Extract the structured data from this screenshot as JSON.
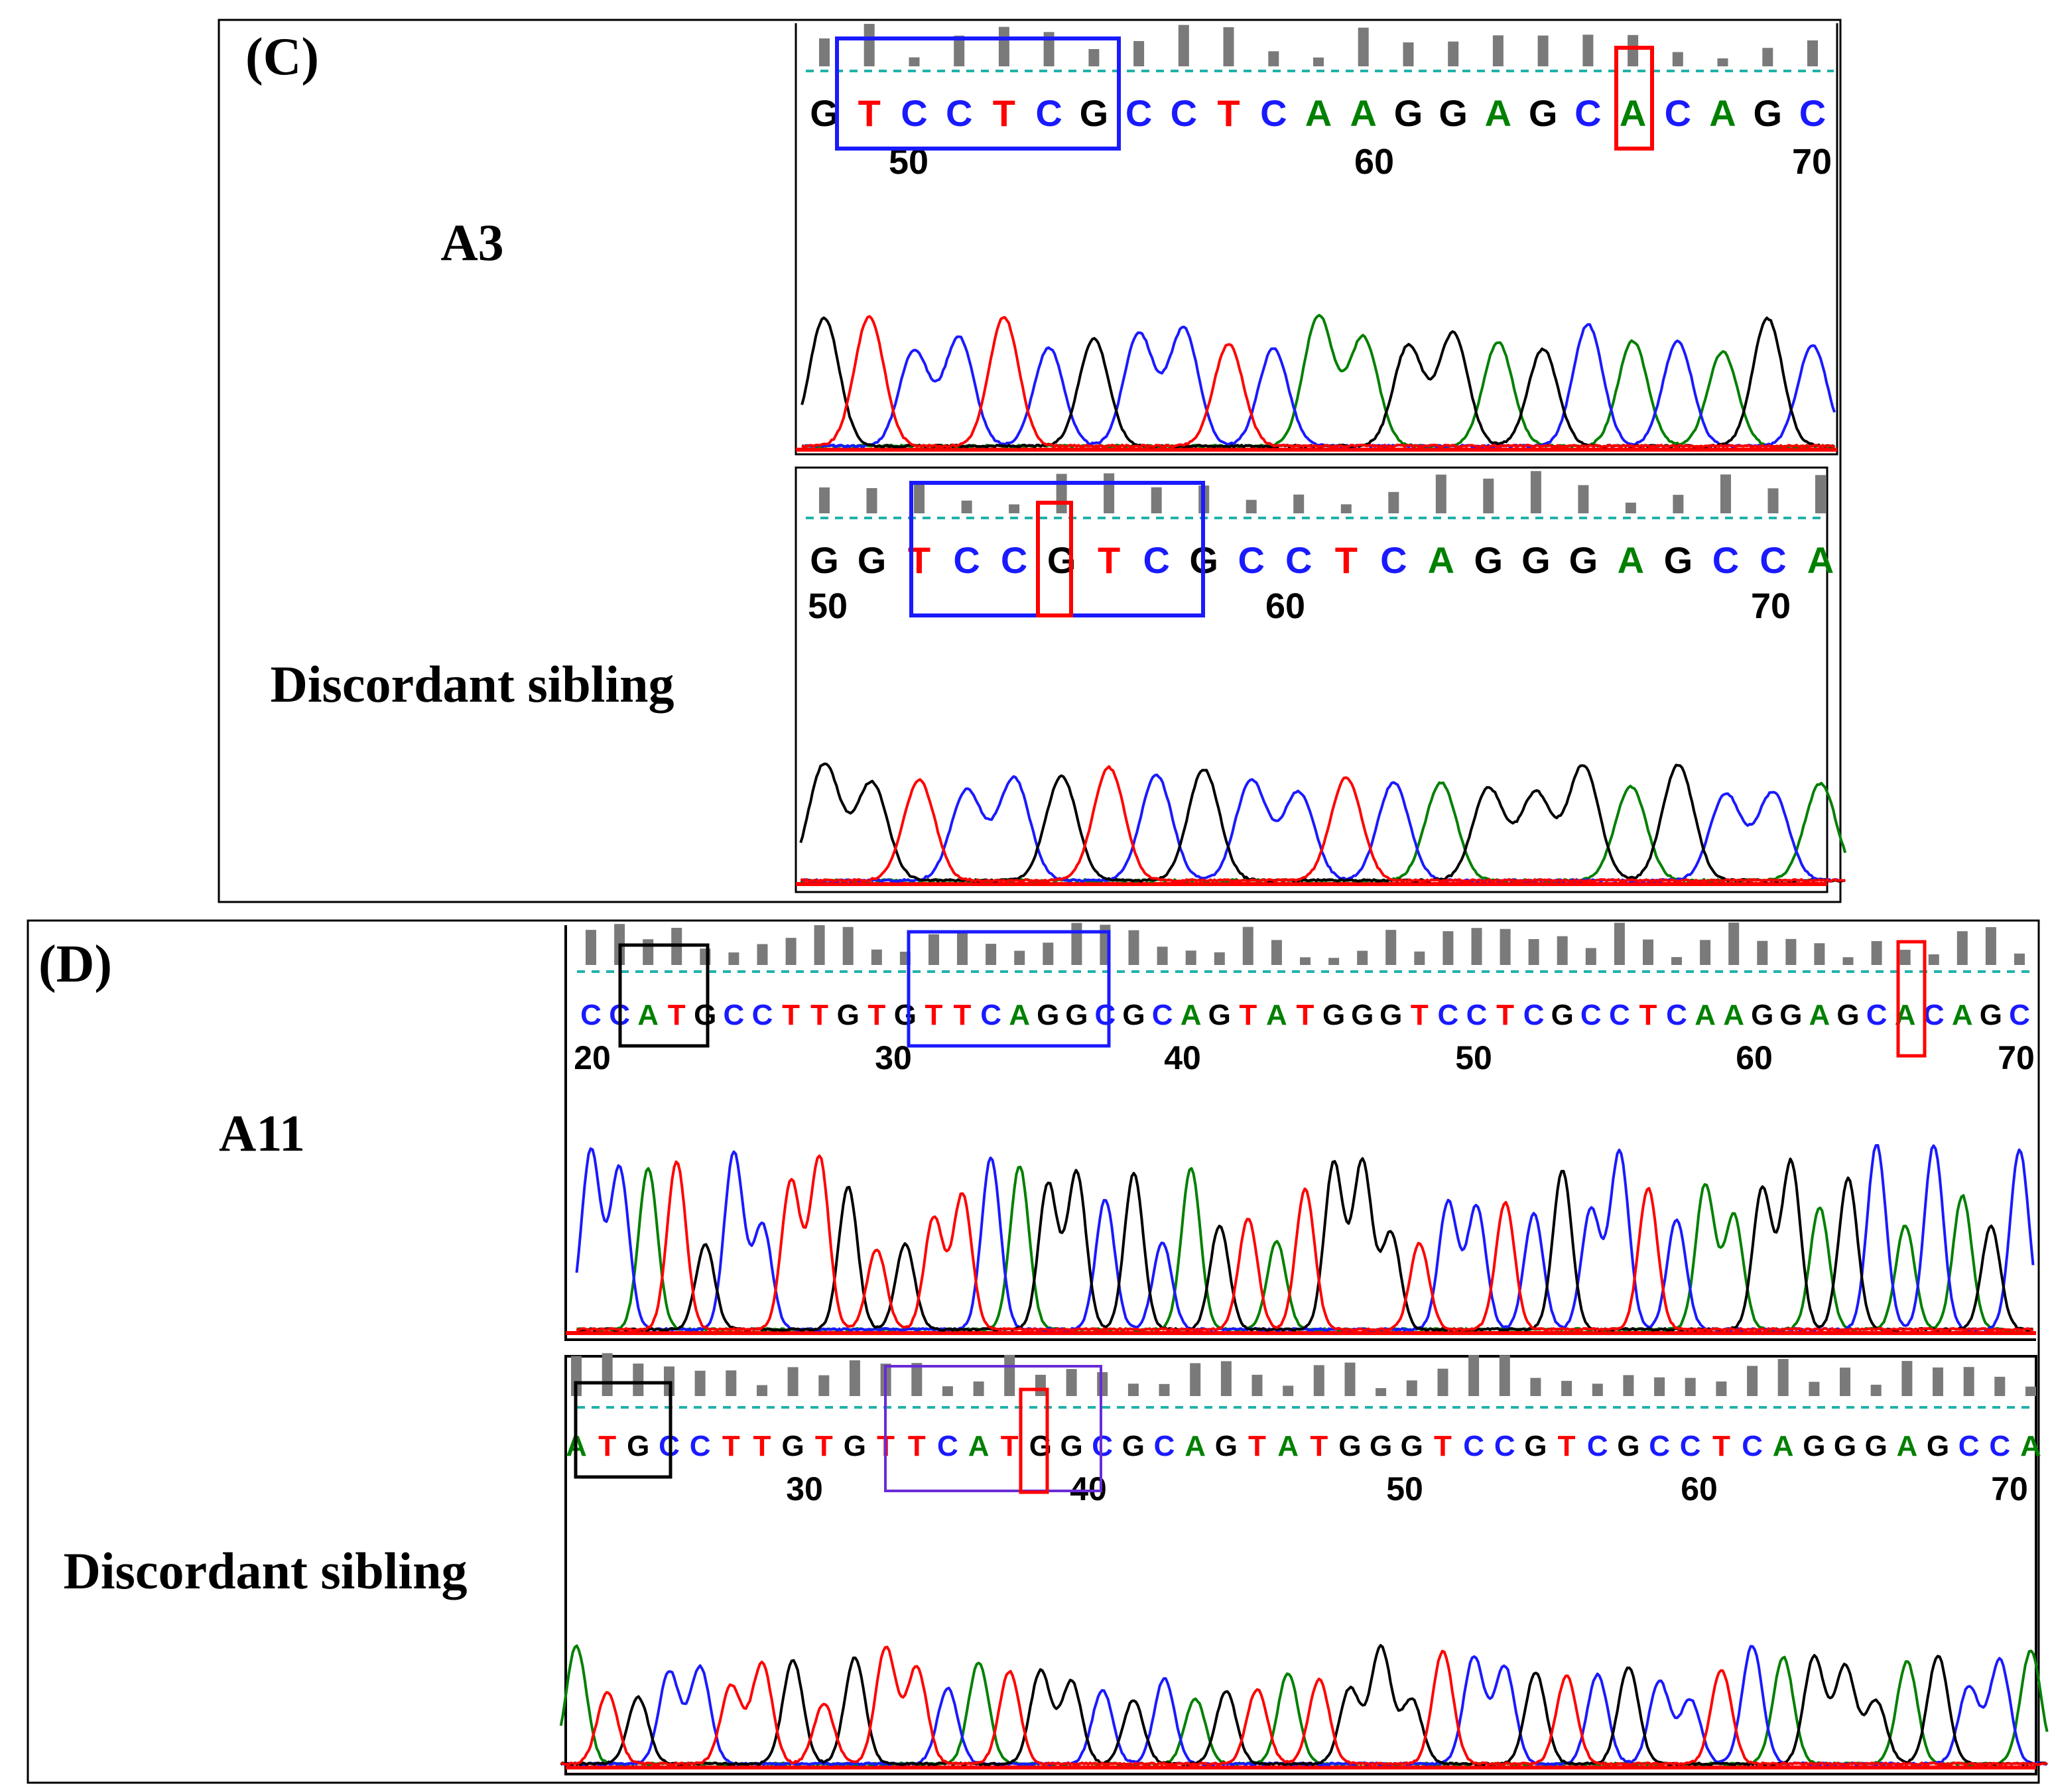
{
  "colors": {
    "A": "#008000",
    "C": "#1a1aff",
    "G": "#000000",
    "T": "#ff0000",
    "baseline": "#ff0000",
    "dashed_line": "#20b2aa",
    "quality_bar": "#7a7a7a",
    "box_blue": "#1a1aff",
    "box_red": "#ff0000",
    "box_black": "#000000"
  },
  "panels": [
    {
      "id": "C",
      "label": "(C)",
      "rows": [
        {
          "sample": "A3",
          "sequence": "GTCCTCGCCTCAAGGAGCACAGC",
          "positions": [
            "50",
            "60",
            "70"
          ]
        },
        {
          "sample": "Discordant sibling",
          "sequence": "GGTCCGTCGCCTCAGGGAGCCA",
          "positions": [
            "50",
            "60",
            "70"
          ]
        }
      ]
    },
    {
      "id": "D",
      "label": "(D)",
      "rows": [
        {
          "sample": "A11",
          "sequence": "CCATGCCTTGTGTTCAGGCGCAGTATGGGTCCTCGCCTCAAGGAGCACAGC",
          "positions": [
            "20",
            "30",
            "40",
            "50",
            "60",
            "70"
          ]
        },
        {
          "sample": "Discordant sibling",
          "sequence": "ATGCCTTGTGTTCATGGCGCAGTATGGGTCCGTCGCCTCAGGGAGCCA",
          "positions": [
            "30",
            "40",
            "50",
            "60",
            "70"
          ]
        }
      ]
    }
  ]
}
